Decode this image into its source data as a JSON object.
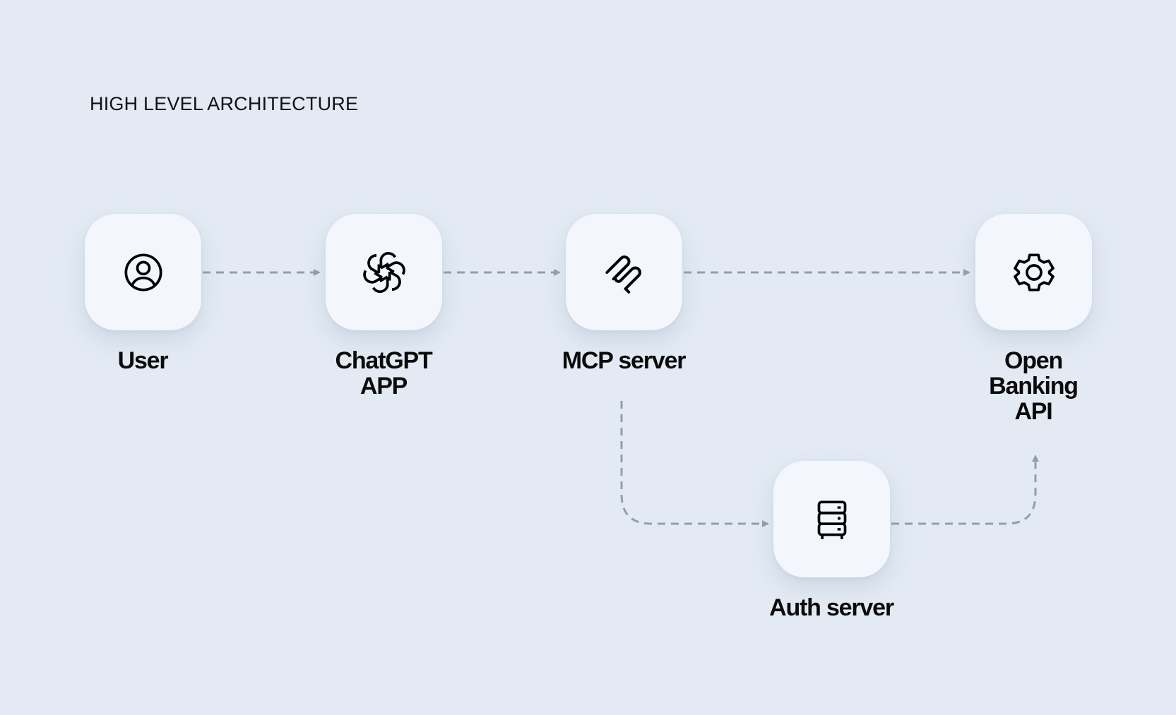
{
  "title": "HIGH LEVEL ARCHITECTURE",
  "nodes": [
    {
      "id": "user",
      "label": "User",
      "icon": "user-circle-icon"
    },
    {
      "id": "chatgpt",
      "label": "ChatGPT APP",
      "icon": "openai-logo-icon"
    },
    {
      "id": "mcp",
      "label": "MCP server",
      "icon": "mcp-logo-icon"
    },
    {
      "id": "openbanking",
      "label": "Open Banking API",
      "icon": "gear-icon"
    },
    {
      "id": "auth",
      "label": "Auth server",
      "icon": "server-icon"
    }
  ],
  "edges": [
    {
      "from": "user",
      "to": "chatgpt",
      "style": "dashed"
    },
    {
      "from": "chatgpt",
      "to": "mcp",
      "style": "dashed"
    },
    {
      "from": "mcp",
      "to": "openbanking",
      "style": "dashed"
    },
    {
      "from": "mcp",
      "to": "auth",
      "style": "dashed"
    },
    {
      "from": "auth",
      "to": "openbanking",
      "style": "dashed"
    }
  ],
  "colors": {
    "background": "#e3eaf3",
    "node": "#f3f7fd",
    "edge": "#959daa",
    "text": "#0b0b0b"
  }
}
